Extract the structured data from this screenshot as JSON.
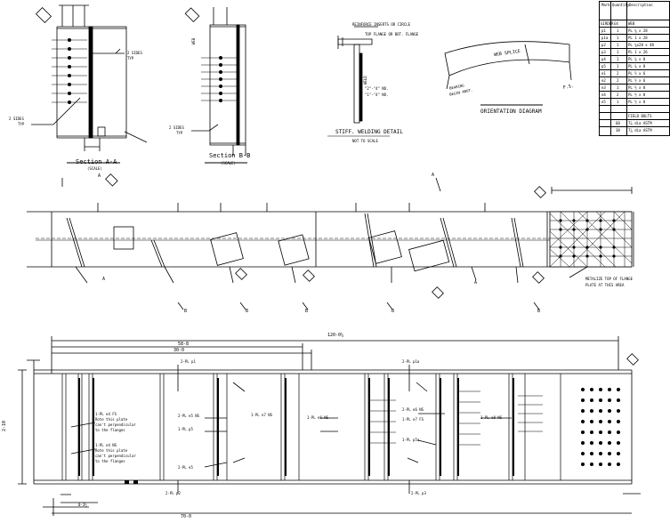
{
  "views": {
    "section_a": {
      "title": "Section A-A",
      "scale": "(SCALE)"
    },
    "section_b": {
      "title": "Section B-B",
      "scale": "(SCALE)"
    },
    "stiff_detail": {
      "title": "STIFF. WELDING DETAIL",
      "scale": "NOT TO SCALE"
    },
    "orientation": {
      "title": "ORIENTATION DIAGRAM"
    }
  },
  "labels": {
    "sides_a": "2 SIDES",
    "typ_a": "TYP",
    "sides_a2": "2 SIDES",
    "typ_a2": "TYP",
    "sides_b": "2 SIDES",
    "typ_b": "TYP",
    "reinforce_note": "REINFORCE INSERTS OR CIRCLE",
    "top_flange_note": "TOP FLANGE OR BOT. FLANGE",
    "weld_note_1": "\"2\"-\"4\" NO.",
    "weld_note_2": "\"1\"-\"4\" NO.",
    "web_splice": "WEB SPLICE",
    "bearing": "BEARING",
    "begin_abut": "BEGIN ABUT.",
    "fs": "F.S.",
    "metalize_1": "METALIZE TOP OF FLANGE",
    "metalize_2": "PLATE AT THIS AREA",
    "weld_label": "WELD",
    "web_label": "WEB",
    "length_total": "120-0¼",
    "len_58": "58-8",
    "len_30": "30-0",
    "len_70": "70-0",
    "len_bot": "0-3½",
    "height": "2-10",
    "pl_a": "2-PL p1",
    "pl_b": "2-PL p1a",
    "pl_c": "2-PL p2",
    "pl_d": "2-PL p3",
    "stiff1": "1-PL e4 FS",
    "stiff1_n1": "Rote this plate",
    "stiff1_n2": "can't perpendicular",
    "stiff1_n3": "to the flanges",
    "stiff2": "1-PL e4 NS",
    "stiff2_n1": "Rote this plate",
    "stiff2_n2": "can't perpendicular",
    "stiff2_n3": "to the flanges",
    "stiff3": "2-PL e5 NS",
    "stiff4": "1-PL p5",
    "stiff5": "2-PL e5",
    "stiff6": "1-PL e7 NS",
    "stiff7": "1-PL e6 NS",
    "stiff8": "2-PL e6 NS",
    "stiff9": "1-PL e7 FS",
    "stiff10": "1-PL p5a",
    "stiff11": "1-PL e8 NS",
    "sec_a": "A",
    "sec_b": "B"
  },
  "table": {
    "headers": [
      "Mark",
      "Quantity",
      "Description"
    ],
    "rows": [
      [
        "GIRDER",
        "G4",
        "WEB"
      ],
      [
        "p1",
        "1",
        "PL ⅝ x 28"
      ],
      [
        "p1a",
        "1",
        "PL 1 x 28"
      ],
      [
        "p2",
        "1",
        "PL ⅝x28 x 48"
      ],
      [
        "p3",
        "1",
        "PL 1 x 26"
      ],
      [
        "p4",
        "1",
        "PL ⅝ x 8"
      ],
      [
        "p5",
        "1",
        "PL ⅝ x 8"
      ],
      [
        "e1",
        "2",
        "PL ½ x 6"
      ],
      [
        "e2",
        "2",
        "PL ½ x 6"
      ],
      [
        "e3",
        "1",
        "PL ½ x 8"
      ],
      [
        "e4",
        "2",
        "PL ½ x 8"
      ],
      [
        "e5",
        "1",
        "PL ½ x 8"
      ],
      [
        "",
        "",
        ""
      ],
      [
        "",
        "",
        "FIELD BOLTS"
      ],
      [
        "",
        "60",
        "7⅞ dia ASTM"
      ],
      [
        "",
        "38",
        "7⅞ dia ASTM"
      ]
    ]
  }
}
